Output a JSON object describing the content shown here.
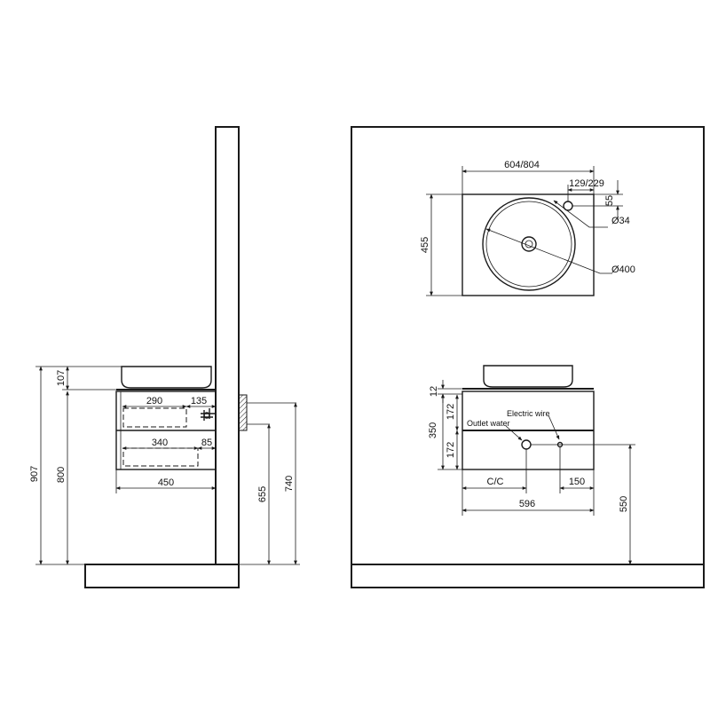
{
  "side_view": {
    "dims": {
      "overall_height": "907",
      "cabinet_to_floor": "800",
      "basin_height": "107",
      "drawer_top_depth": "290",
      "drawer_top_offset": "135",
      "drawer_bottom_depth": "340",
      "drawer_bottom_offset": "85",
      "cabinet_depth": "450",
      "outlet_height": "655",
      "supply_height": "740"
    }
  },
  "plan_view": {
    "dims": {
      "width": "604/804",
      "depth": "455",
      "tap_hole_offset": "129/229",
      "tap_hole_from_back": "55",
      "tap_hole_diameter": "Ø34",
      "basin_diameter": "Ø400"
    }
  },
  "front_view": {
    "dims": {
      "top_thickness": "12",
      "drawer_upper": "172",
      "drawer_lower": "172",
      "cabinet_height": "350",
      "center_label": "C/C",
      "wire_offset": "150",
      "cabinet_width": "596",
      "outlet_height": "550"
    },
    "labels": {
      "electric_wire": "Electric wire",
      "outlet_water": "Outlet water"
    }
  },
  "colors": {
    "line": "#1a1a1a",
    "background": "#ffffff"
  }
}
